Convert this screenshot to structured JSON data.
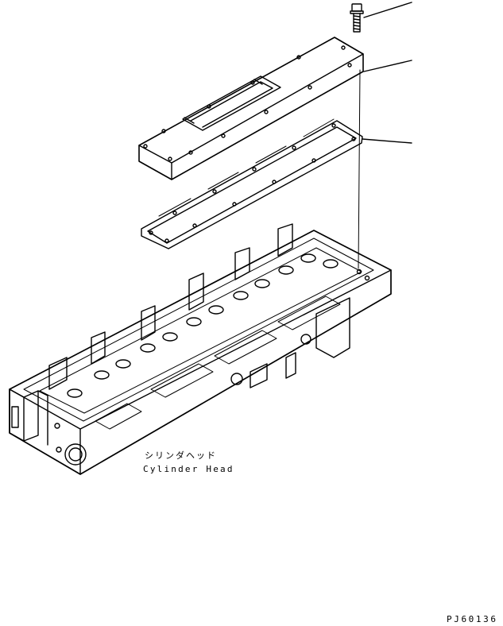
{
  "part_label_jp": "シリンダヘッド",
  "part_label_en": "Cylinder Head",
  "figure_code": "PJ60136",
  "colors": {
    "line": "#000000",
    "background": "#ffffff"
  }
}
